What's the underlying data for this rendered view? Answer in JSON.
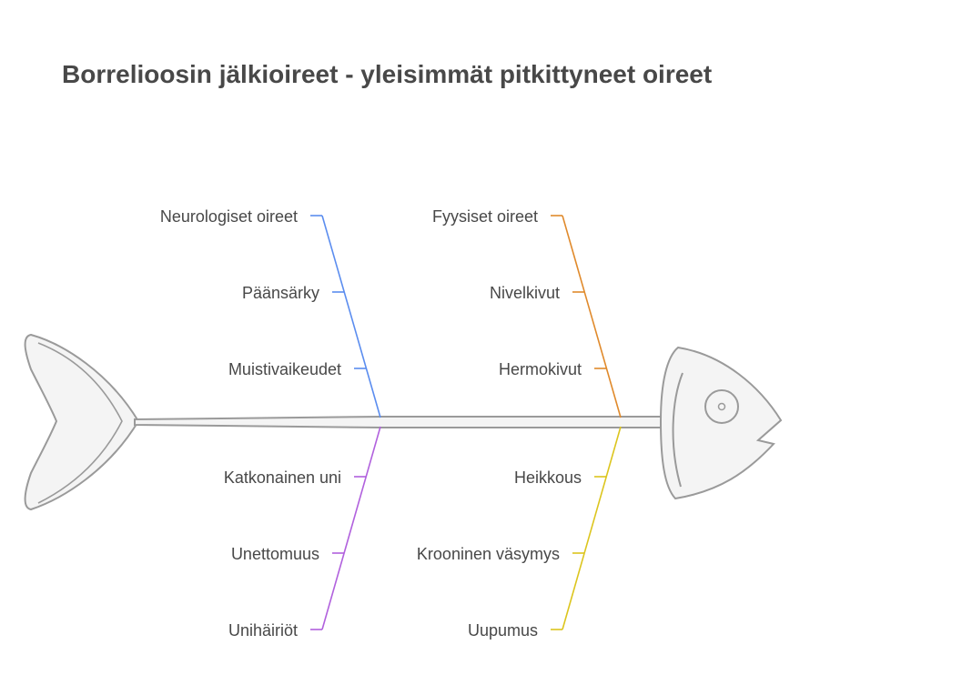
{
  "title": "Borrelioosin jälkioireet - yleisimmät pitkittyneet oireet",
  "colors": {
    "neurological": "#5b8def",
    "physical": "#e08a2c",
    "sleep": "#b161dd",
    "fatigue": "#dcc51e",
    "skeleton": "#9a9a9a",
    "fish_fill": "#f4f4f4"
  },
  "branches": {
    "neurological": {
      "heading": "Neurologiset oireet",
      "items": [
        "Päänsärky",
        "Muistivaikeudet"
      ]
    },
    "physical": {
      "heading": "Fyysiset oireet",
      "items": [
        "Nivelkivut",
        "Hermokivut"
      ]
    },
    "sleep": {
      "items": [
        "Katkonainen uni",
        "Unettomuus",
        "Unihäiriöt"
      ]
    },
    "fatigue": {
      "items": [
        "Heikkous",
        "Krooninen väsymys",
        "Uupumus"
      ]
    }
  }
}
